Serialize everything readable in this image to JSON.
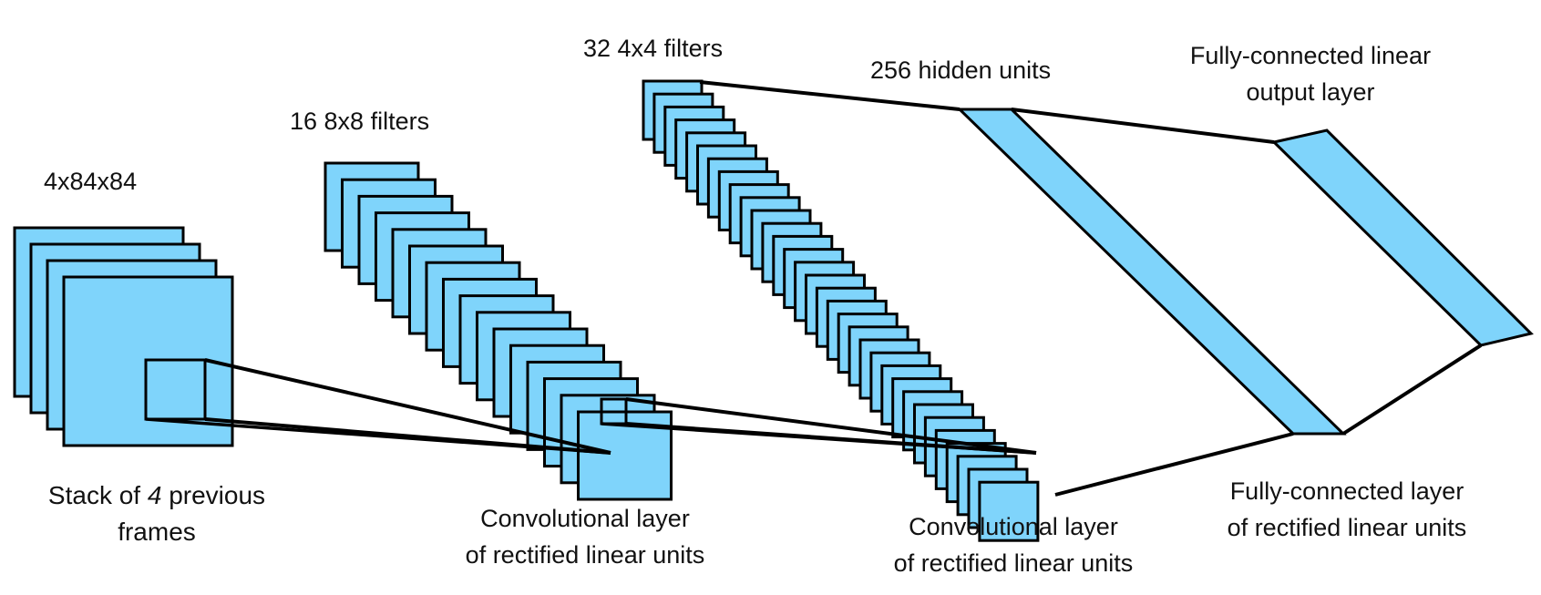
{
  "input": {
    "size_label": "4x84x84",
    "caption_part1": "Stack of ",
    "caption_italic": "4",
    "caption_part2": " previous",
    "caption_line2": "frames",
    "frame_count": 4
  },
  "conv1": {
    "filters_label": "16 8x8 filters",
    "caption_line1": "Convolutional layer",
    "caption_line2": "of rectified linear units",
    "map_count": 16
  },
  "conv2": {
    "filters_label": "32 4x4 filters",
    "caption_line1": "Convolutional layer",
    "caption_line2": "of rectified linear units",
    "map_count": 32
  },
  "fc_hidden": {
    "units_label": "256 hidden units",
    "caption_line1": "Fully-connected layer",
    "caption_line2": "of rectified linear units"
  },
  "fc_output": {
    "caption_line1": "Fully-connected linear",
    "caption_line2": "output layer"
  },
  "colors": {
    "fill": "#7fd4fb",
    "stroke": "#000000",
    "text": "#111111"
  }
}
